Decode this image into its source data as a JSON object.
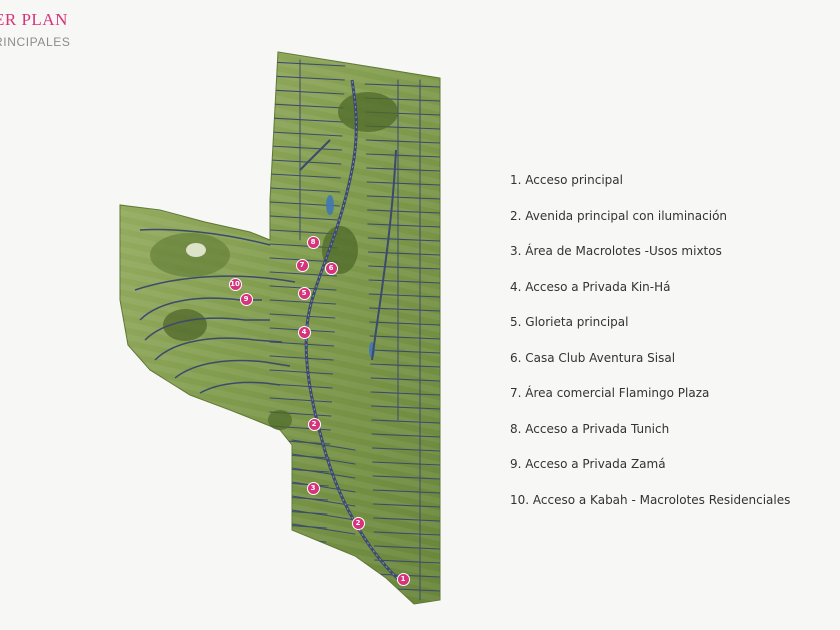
{
  "header": {
    "title": "ER PLAN",
    "subtitle": "RINCIPALES"
  },
  "colors": {
    "accent": "#d6337a",
    "subtitle": "#8c8c8c",
    "land_light": "#8fa85a",
    "land_dark": "#55702f",
    "road": "#3c4a6e",
    "background": "#f7f7f5"
  },
  "legend": {
    "items": [
      {
        "label": "1. Acceso principal"
      },
      {
        "label": "2. Avenida principal con iluminación"
      },
      {
        "label": "3. Área de  Macrolotes -Usos mixtos"
      },
      {
        "label": "4. Acceso a Privada Kin-Há"
      },
      {
        "label": "5. Glorieta principal"
      },
      {
        "label": "6. Casa Club Aventura Sisal"
      },
      {
        "label": "7. Área comercial Flamingo Plaza"
      },
      {
        "label": "8. Acceso a Privada Tunich"
      },
      {
        "label": "9. Acceso a Privada Zamá"
      },
      {
        "label": "10. Acceso a Kabah - Macrolotes Residenciales"
      }
    ]
  },
  "map": {
    "markers": [
      {
        "label": "1"
      },
      {
        "label": "2"
      },
      {
        "label": "2"
      },
      {
        "label": "3"
      },
      {
        "label": "4"
      },
      {
        "label": "5"
      },
      {
        "label": "6"
      },
      {
        "label": "7"
      },
      {
        "label": "8"
      },
      {
        "label": "9"
      },
      {
        "label": "10"
      }
    ]
  }
}
